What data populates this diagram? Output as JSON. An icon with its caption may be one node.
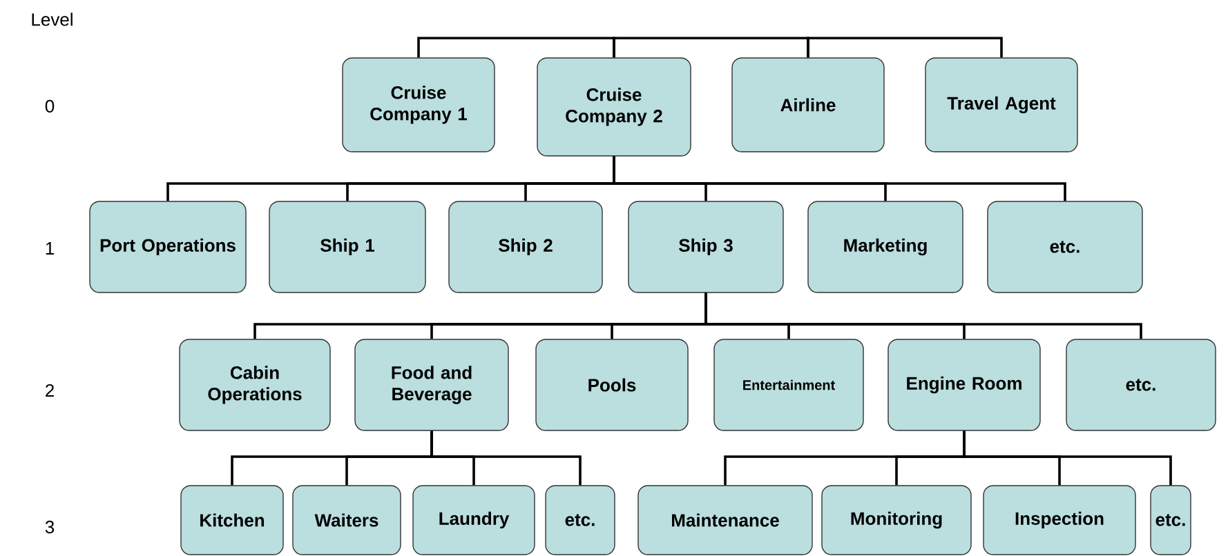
{
  "diagram": {
    "nodes": [
      {
        "text": [
          "Cruise Company 1"
        ]
      },
      {
        "text": [
          "Cruise Company 2"
        ]
      },
      {
        "text": [
          "Airline"
        ]
      },
      {
        "text": [
          "Travel Agent"
        ]
      },
      {
        "text": [
          "Port Operations"
        ]
      },
      {
        "text": [
          "Ship 1"
        ]
      },
      {
        "text": [
          "Ship 2"
        ]
      },
      {
        "text": [
          "Ship 3"
        ]
      },
      {
        "text": [
          "Marketing"
        ]
      },
      {
        "text": [
          "etc."
        ]
      },
      {
        "text": [
          "Cabin Operations"
        ]
      },
      {
        "text": [
          "Food and Beverage"
        ]
      },
      {
        "text": [
          "Pools"
        ]
      },
      {
        "text": [
          "Entertainment"
        ]
      },
      {
        "text": [
          "Engine Room"
        ]
      },
      {
        "text": [
          "etc."
        ]
      },
      {
        "text": [
          "Kitchen"
        ]
      },
      {
        "text": [
          "Waiters"
        ]
      },
      {
        "text": [
          "Laundry"
        ]
      },
      {
        "text": [
          "etc."
        ]
      },
      {
        "text": [
          "Maintenance"
        ]
      },
      {
        "text": [
          "Monitoring"
        ]
      },
      {
        "text": [
          "Inspection"
        ]
      },
      {
        "text": [
          "etc."
        ]
      }
    ],
    "edges": [
      {
        "from": 0,
        "to": 1,
        "arrow": "none"
      },
      {
        "from": 1,
        "to": 2,
        "arrow": "none"
      },
      {
        "from": 2,
        "to": 3,
        "arrow": "none"
      },
      {
        "from": 1,
        "to": 4,
        "arrow": "none"
      },
      {
        "from": 1,
        "to": 5,
        "arrow": "none"
      },
      {
        "from": 1,
        "to": 6,
        "arrow": "none"
      },
      {
        "from": 1,
        "to": 7,
        "arrow": "none"
      },
      {
        "from": 1,
        "to": 8,
        "arrow": "none"
      },
      {
        "from": 1,
        "to": 9,
        "arrow": "none"
      },
      {
        "from": 7,
        "to": 10,
        "arrow": "none"
      },
      {
        "from": 7,
        "to": 11,
        "arrow": "none"
      },
      {
        "from": 7,
        "to": 12,
        "arrow": "none"
      },
      {
        "from": 7,
        "to": 13,
        "arrow": "none"
      },
      {
        "from": 7,
        "to": 14,
        "arrow": "none"
      },
      {
        "from": 7,
        "to": 15,
        "arrow": "none"
      },
      {
        "from": 11,
        "to": 16,
        "arrow": "none"
      },
      {
        "from": 11,
        "to": 17,
        "arrow": "none"
      },
      {
        "from": 11,
        "to": 18,
        "arrow": "none"
      },
      {
        "from": 11,
        "to": 19,
        "arrow": "none"
      },
      {
        "from": 14,
        "to": 20,
        "arrow": "none"
      },
      {
        "from": 14,
        "to": 21,
        "arrow": "none"
      },
      {
        "from": 14,
        "to": 22,
        "arrow": "none"
      },
      {
        "from": 14,
        "to": 23,
        "arrow": "none"
      }
    ],
    "labels": [
      "Level",
      "0",
      "1",
      "2",
      "3"
    ]
  }
}
